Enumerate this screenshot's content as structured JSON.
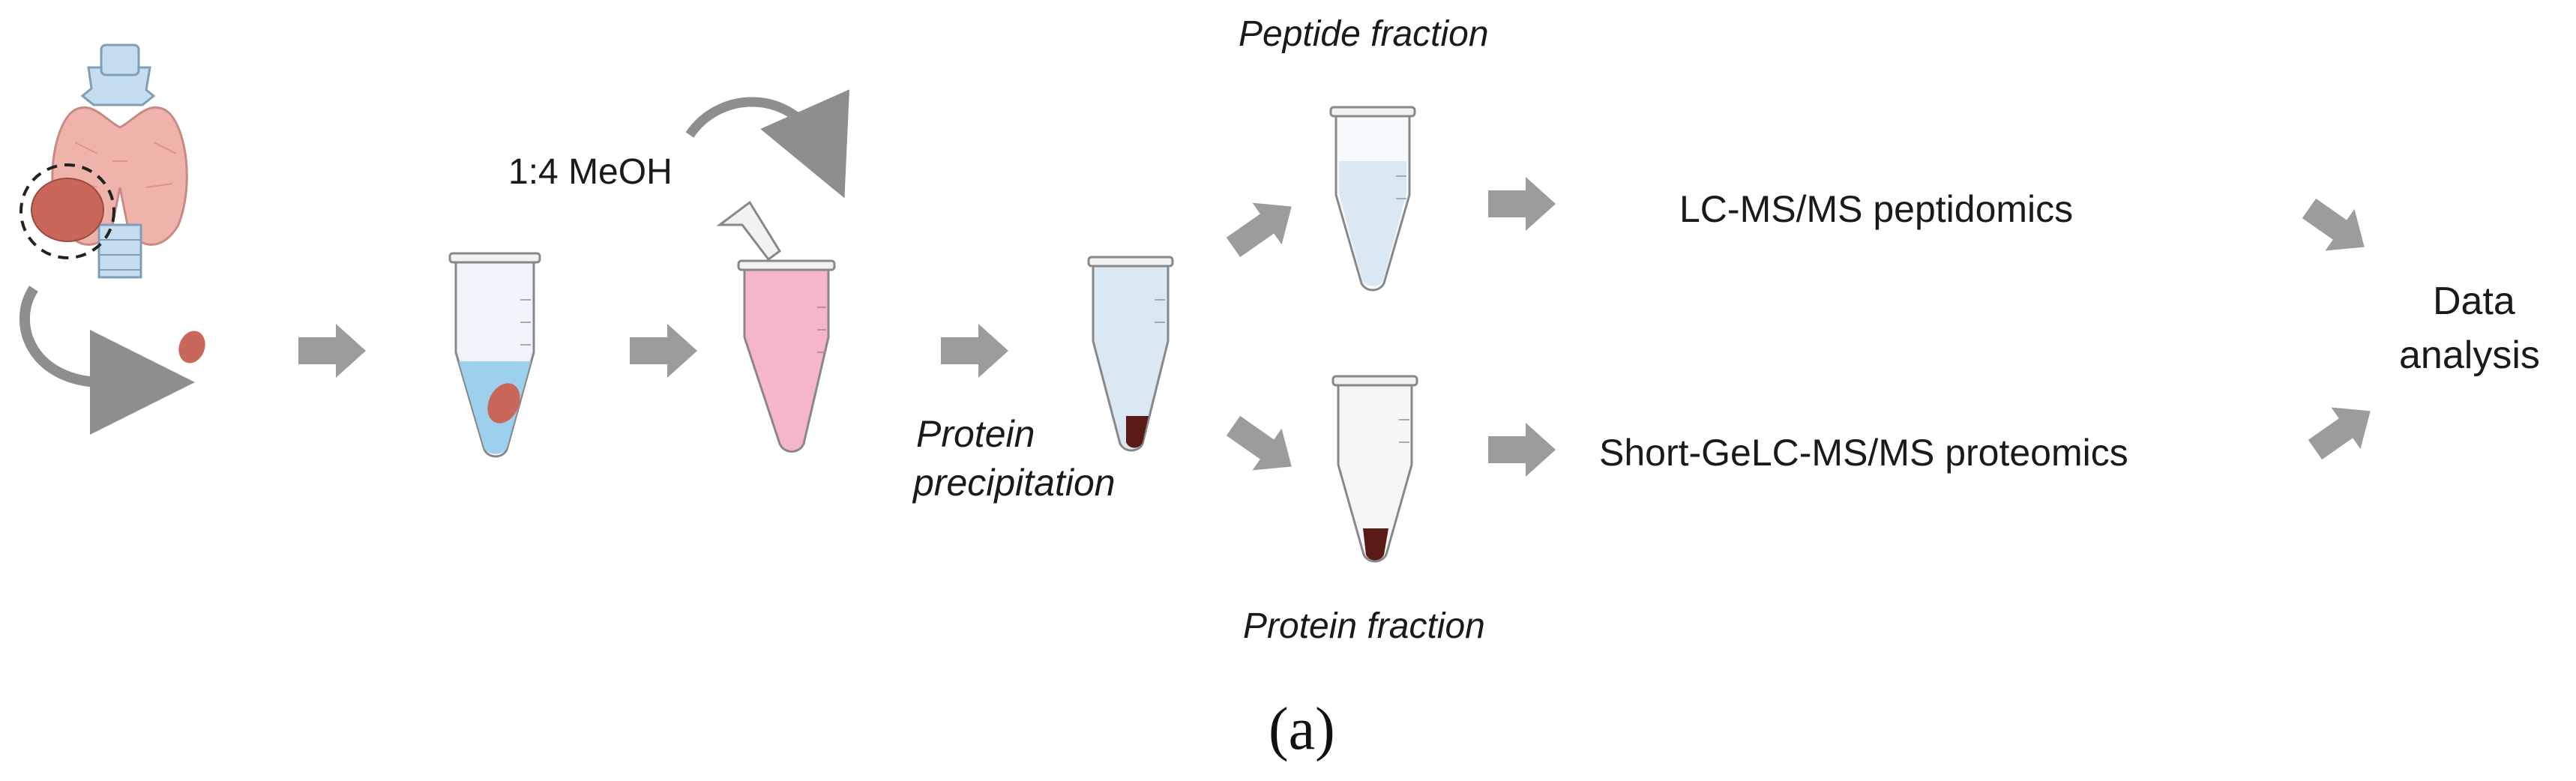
{
  "labels": {
    "reagent": "1:4 MeOH",
    "step_precip_1": "Protein",
    "step_precip_2": "precipitation",
    "peptide_fraction": "Peptide fraction",
    "protein_fraction": "Protein fraction",
    "lcms": "LC-MS/MS peptidomics",
    "gelc": "Short-GeLC-MS/MS proteomics",
    "data_1": "Data",
    "data_2": "analysis",
    "panel": "(a)"
  },
  "colors": {
    "arrow": "#9c9c9c",
    "tissue": "#c9675b",
    "pellet": "#5a1a16",
    "tube_fill_blue": "#d9e8f3",
    "liquid_blue": "#9dd0ec",
    "liquid_pink": "#f5b5cc",
    "thyroid_pink": "#f0b3ac",
    "trachea_blue": "#c5ddef",
    "text": "#1a1a1a"
  },
  "icons": [
    "thyroid-icon",
    "tissue-sample-icon",
    "microtube-icon",
    "pellet-icon",
    "curved-arrow-icon",
    "block-arrow-icon"
  ]
}
